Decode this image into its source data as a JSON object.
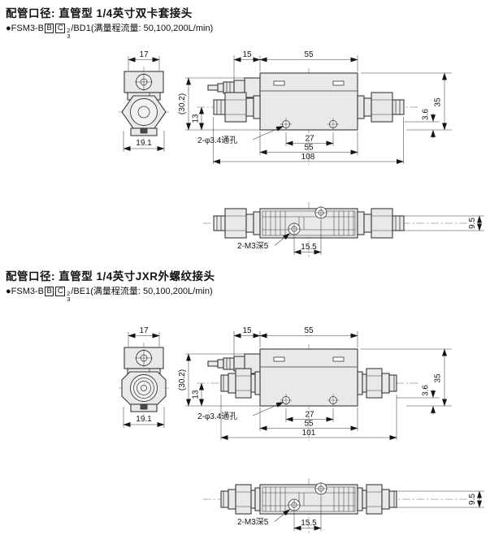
{
  "sections": [
    {
      "heading": "配管口径: 直管型 1/4英寸双卡套接头",
      "model": {
        "prefix": "●FSM3-B",
        "box1": "B",
        "box2": "C",
        "frac_top": "2",
        "frac_bot": "3",
        "suffix": "/BD1(满量程流量: 50,100,200L/min)"
      },
      "dims": {
        "d17": "17",
        "d19_1": "19.1",
        "d15": "15",
        "d55_top": "55",
        "d30_2": "(30.2)",
        "d13": "13",
        "d35": "35",
        "d3_6": "3.6",
        "hole_label": "2-φ3.4通孔",
        "d27": "27",
        "d55_bot": "55",
        "overall": "108",
        "tap_label": "2-M3深5",
        "d15_5": "15.5",
        "d9_5": "9.5"
      }
    },
    {
      "heading": "配管口径: 直管型 1/4英寸JXR外螺纹接头",
      "model": {
        "prefix": "●FSM3-B",
        "box1": "B",
        "box2": "C",
        "frac_top": "2",
        "frac_bot": "3",
        "suffix": "/BE1(满量程流量: 50,100,200L/min)"
      },
      "dims": {
        "d17": "17",
        "d19_1": "19.1",
        "d15": "15",
        "d55_top": "55",
        "d30_2": "(30.2)",
        "d13": "13",
        "d35": "35",
        "d3_6": "3.6",
        "hole_label": "2-φ3.4通孔",
        "d27": "27",
        "d55_bot": "55",
        "overall": "101",
        "tap_label": "2-M3深5",
        "d15_5": "15.5",
        "d9_5": "9.5"
      }
    }
  ]
}
